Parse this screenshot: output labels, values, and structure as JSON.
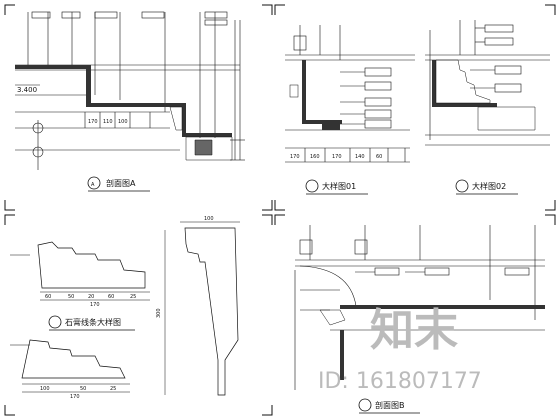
{
  "views": {
    "section_a": {
      "title": "剖面图A",
      "elevation": "3.400",
      "dims": [
        "170",
        "110",
        "100"
      ]
    },
    "detail_01": {
      "title": "大样图01",
      "dims": [
        "170",
        "160",
        "170",
        "140",
        "60"
      ]
    },
    "detail_02": {
      "title": "大样图02"
    },
    "molding_detail": {
      "title": "石膏线条大样图",
      "dims_top": [
        "60",
        "50",
        "20",
        "60",
        "25"
      ],
      "total_top": "170",
      "dims_bottom": [
        "100",
        "50",
        "25"
      ],
      "total_bottom": "170",
      "profile_width": "100",
      "profile_height": "300"
    },
    "section_b": {
      "title": "剖面图B"
    }
  },
  "watermark": {
    "brand": "知末",
    "id": "ID: 161807177"
  },
  "colors": {
    "ink": "#111111",
    "fill": "#333333",
    "watermark": "#bbbbbb"
  }
}
